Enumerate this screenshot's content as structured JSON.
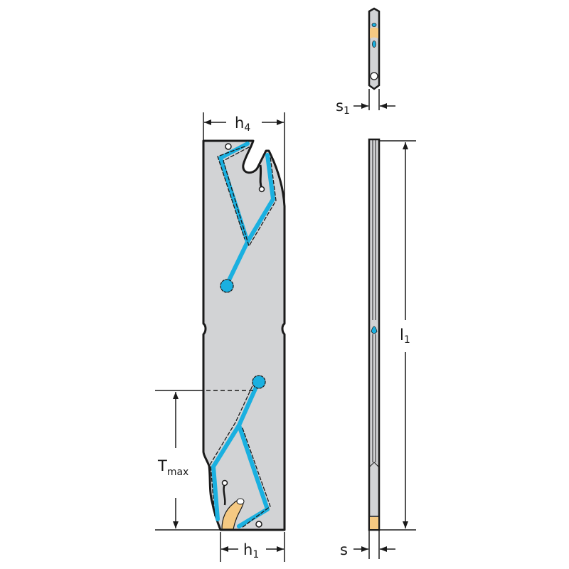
{
  "colors": {
    "body": "#d2d3d5",
    "outline": "#1a1a1a",
    "coolant": "#1ab0e0",
    "insert": "#f5c982"
  },
  "dimensions": {
    "h4": {
      "base": "h",
      "sub": "4"
    },
    "h1": {
      "base": "h",
      "sub": "1"
    },
    "tmax": {
      "base": "T",
      "sub": "max"
    },
    "s1": {
      "base": "s",
      "sub": "1"
    },
    "s": {
      "base": "s",
      "sub": ""
    },
    "l1": {
      "base": "l",
      "sub": "1"
    }
  }
}
